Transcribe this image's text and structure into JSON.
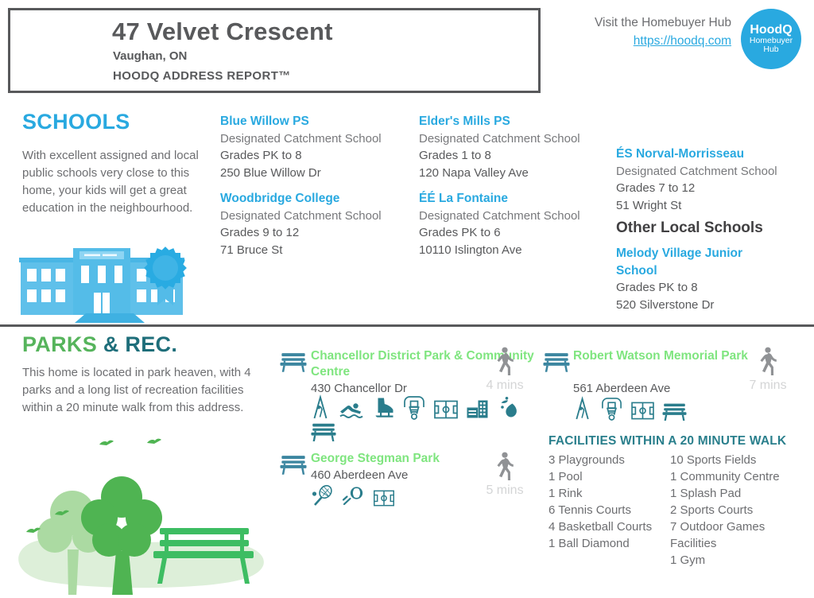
{
  "header": {
    "address": "47 Velvet Crescent",
    "city": "Vaughan, ON",
    "report_title": "HOODQ ADDRESS REPORT™",
    "visit_text": "Visit the Homebuyer Hub",
    "link": "https://hoodq.com",
    "logo": {
      "line1": "HoodQ",
      "line2": "Homebuyer",
      "line3": "Hub"
    }
  },
  "colors": {
    "blue": "#29a9e0",
    "green_light": "#7fe57f",
    "green": "#56b45c",
    "teal_dark": "#1e6e7a",
    "teal_icon": "#2a7d8c",
    "bench_blue": "#3c86a0",
    "gray_dark": "#58595b",
    "gray_body": "#6d6e71",
    "gray_mins": "#d4d5d6"
  },
  "schools": {
    "title": "SCHOOLS",
    "intro": "With excellent assigned and local public schools very close to this home, your kids will get a great education in the neighbourhood.",
    "illustration": "school-building-with-award-ribbon",
    "catchment": [
      {
        "name": "Blue Willow PS",
        "type": "Designated Catchment School",
        "grades": "Grades PK to 8",
        "address": "250 Blue Willow Dr"
      },
      {
        "name": "Woodbridge College",
        "type": "Designated Catchment School",
        "grades": "Grades 9 to 12",
        "address": "71 Bruce St"
      },
      {
        "name": "Elder's Mills PS",
        "type": "Designated Catchment School",
        "grades": "Grades 1 to 8",
        "address": "120 Napa Valley Ave"
      },
      {
        "name": "ÉÉ La Fontaine",
        "type": "Designated Catchment School",
        "grades": "Grades PK to 6",
        "address": "10110 Islington Ave"
      },
      {
        "name": "ÉS Norval-Morrisseau",
        "type": "Designated Catchment School",
        "grades": "Grades 7 to 12",
        "address": "51 Wright St"
      }
    ],
    "other_title": "Other Local Schools",
    "other": [
      {
        "name": "Melody Village Junior School",
        "grades": "Grades PK to 8",
        "address": "520 Silverstone Dr"
      }
    ]
  },
  "parks": {
    "title_primary": "PARKS ",
    "title_secondary": "& REC.",
    "intro": "This home is located in park heaven, with 4 parks and a long list of recreation facilities within a 20 minute walk from this address.",
    "illustration": "park-trees-and-bench",
    "items": [
      {
        "name": "Chancellor District Park & Community Centre",
        "address": "430 Chancellor Dr",
        "walk_time": "4 mins",
        "facility_icons": [
          "playground-slide",
          "pool-swimmer",
          "skating-rink",
          "basketball-hoop",
          "sports-field",
          "community-centre-building",
          "splash-pad",
          "park-bench"
        ]
      },
      {
        "name": "George Stegman Park",
        "address": "460 Aberdeen Ave",
        "walk_time": "5 mins",
        "facility_icons": [
          "tennis-racquet",
          "ball-diamond",
          "sports-field"
        ]
      },
      {
        "name": "Robert Watson Memorial Park",
        "address": "561 Aberdeen Ave",
        "walk_time": "7 mins",
        "facility_icons": [
          "playground-slide",
          "basketball-hoop",
          "sports-field",
          "park-bench"
        ]
      }
    ],
    "facilities": {
      "title": "FACILITIES WITHIN A 20 MINUTE WALK",
      "col1": [
        "3 Playgrounds",
        "1 Pool",
        "1 Rink",
        "6 Tennis Courts",
        "4 Basketball Courts",
        "1 Ball Diamond"
      ],
      "col2": [
        "10 Sports Fields",
        "1 Community Centre",
        "1 Splash Pad",
        "2 Sports Courts",
        "7 Outdoor Games Facilities",
        "1 Gym"
      ]
    }
  }
}
